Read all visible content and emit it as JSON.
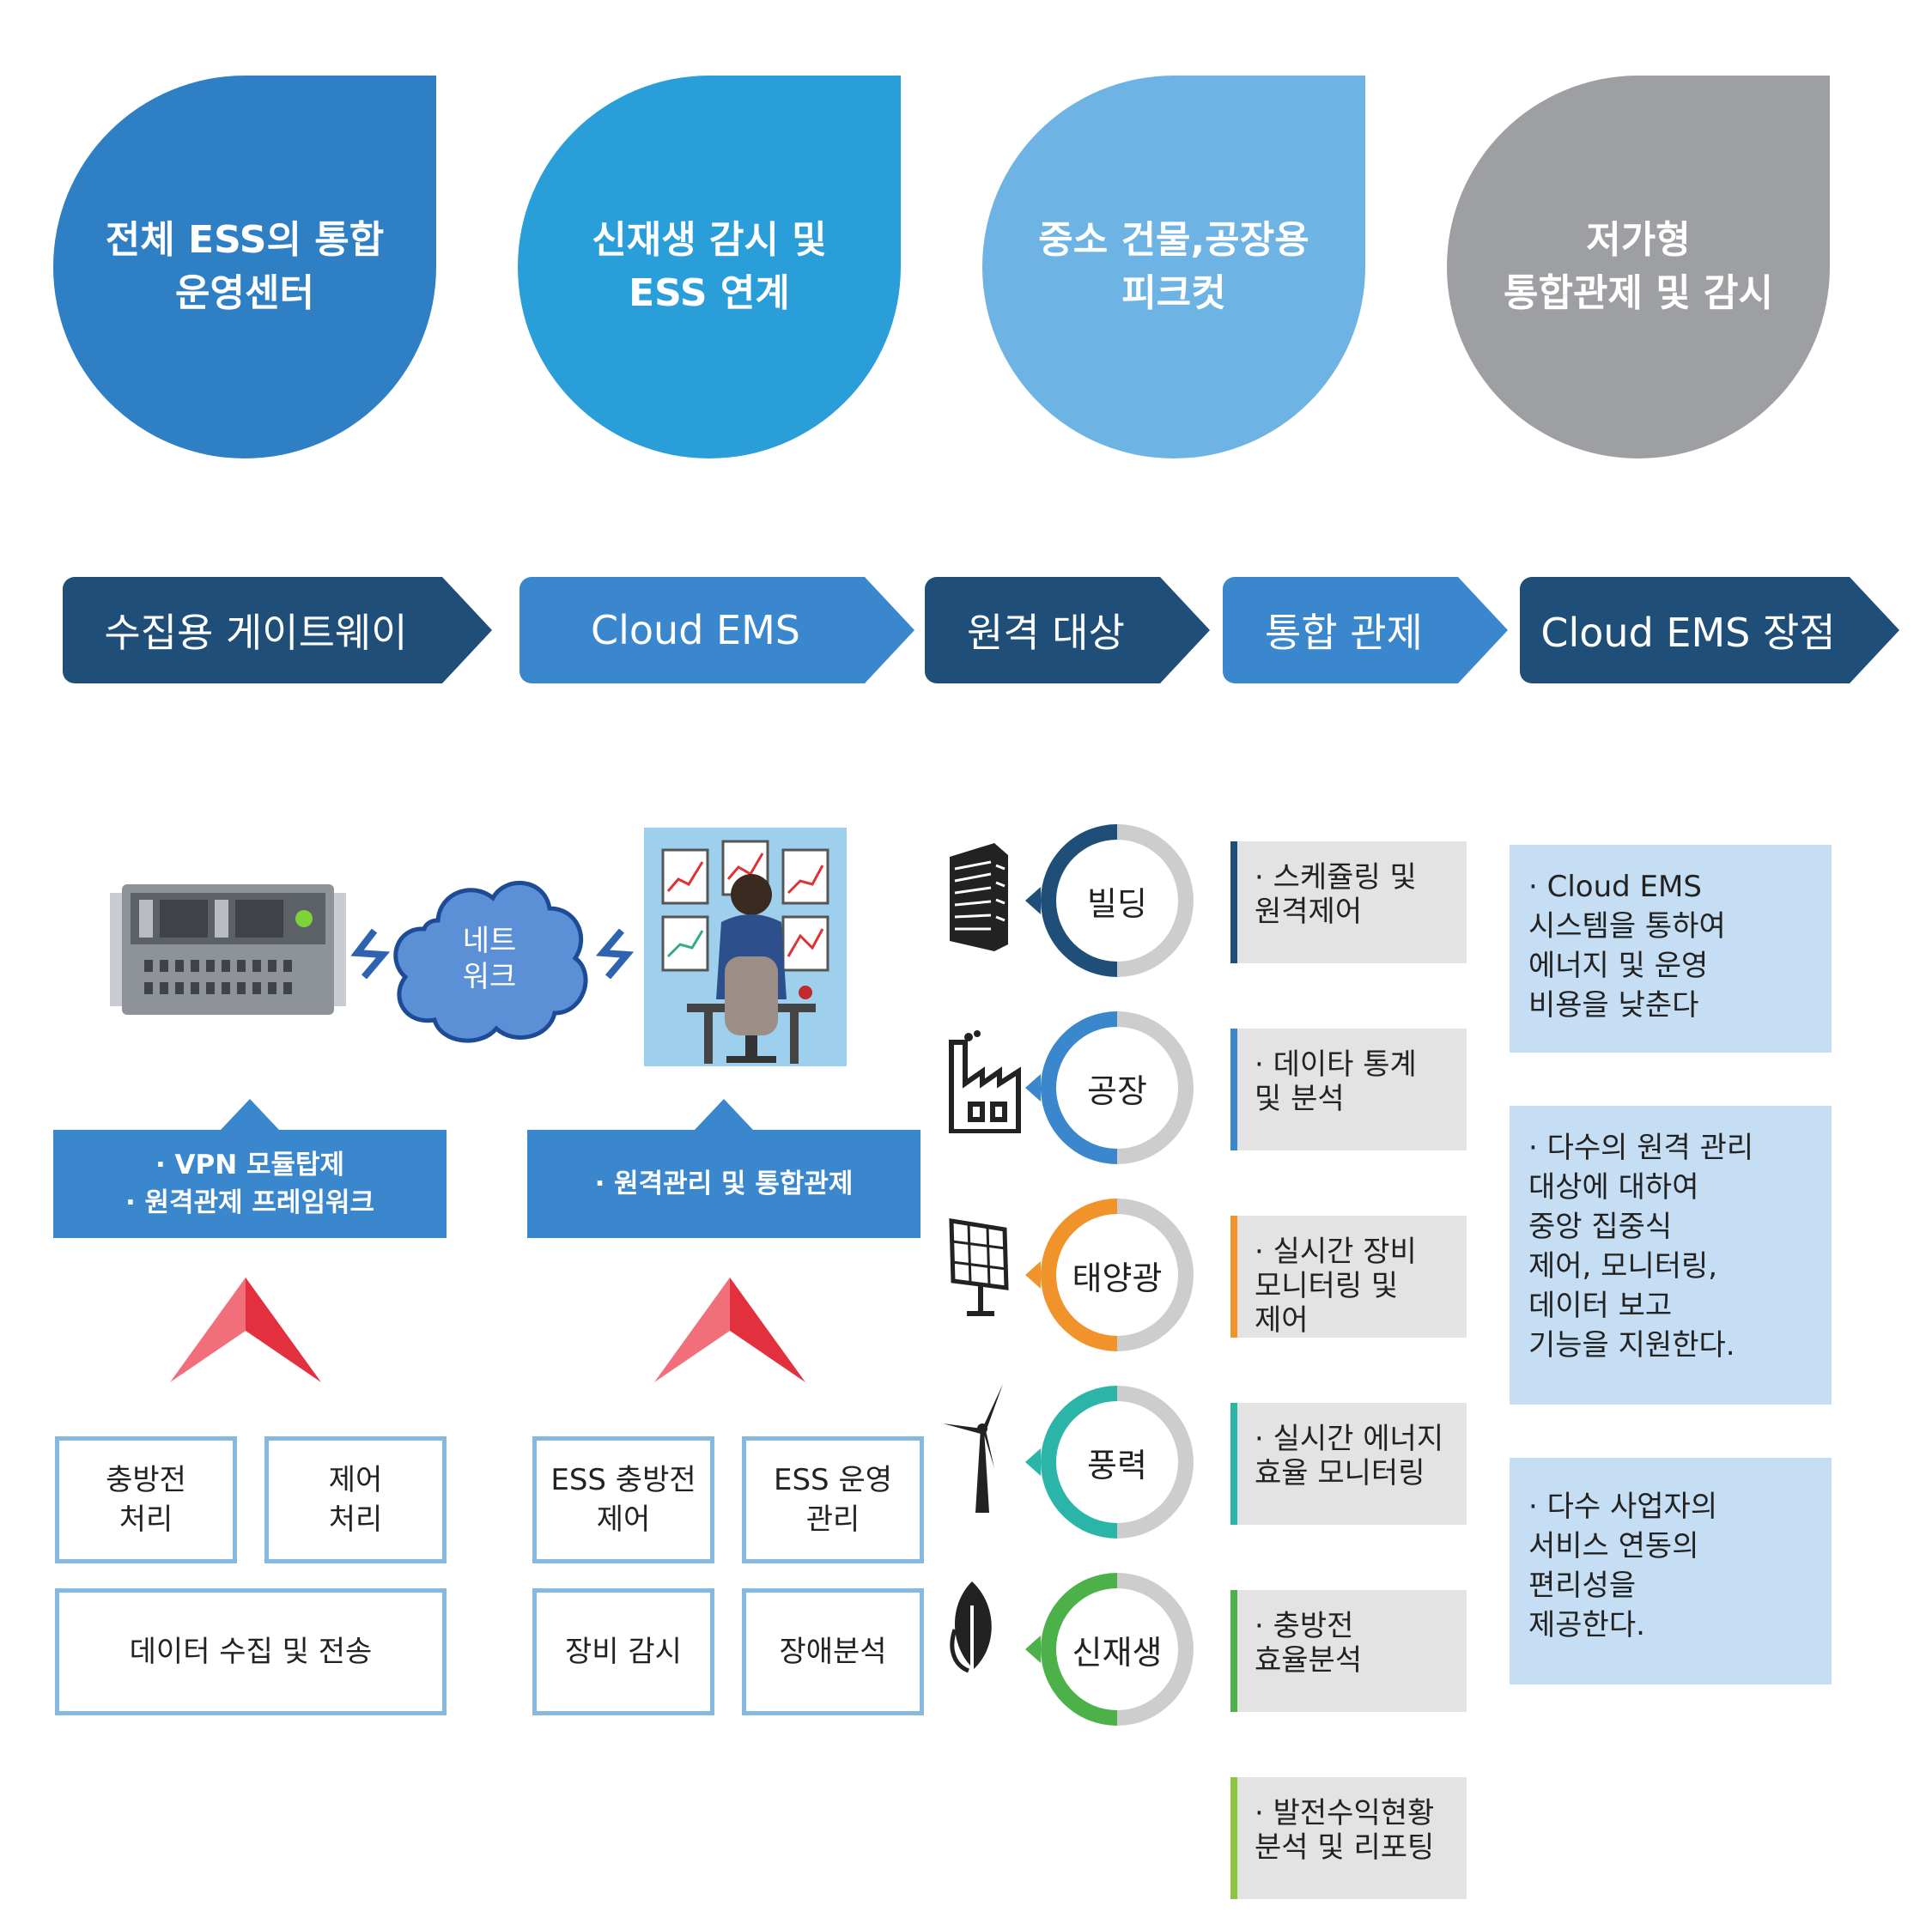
{
  "top_drops": [
    {
      "text": "전체 ESS의 통합\n운영센터",
      "color": "#2f7fc4"
    },
    {
      "text": "신재생 감시 및\nESS 연계",
      "color": "#2a9ed9"
    },
    {
      "text": "중소 건물,공장용\n피크컷",
      "color": "#6db3e3"
    },
    {
      "text": "저가형\n통합관제 및 감시",
      "color": "#9d9fa2"
    }
  ],
  "header_arrows": [
    {
      "label": "수집용 게이트웨이",
      "color": "#1f4e79"
    },
    {
      "label": "Cloud EMS",
      "color": "#3a87ce"
    },
    {
      "label": "원격 대상",
      "color": "#1f4e79"
    },
    {
      "label": "통합 관제",
      "color": "#3a87ce"
    },
    {
      "label": "Cloud EMS 장점",
      "color": "#1f4e79"
    }
  ],
  "network_label": "네트\n워크",
  "gateway_callout": [
    "· VPN 모듈탑제",
    "· 원격관제 프레임워크"
  ],
  "ems_callout": [
    "· 원격관리 및 통합관제"
  ],
  "gateway_functions": {
    "a": "충방전\n처리",
    "b": "제어\n처리",
    "c": "데이터 수집 및 전송"
  },
  "ems_functions": {
    "a": "ESS 충방전\n제어",
    "b": "ESS 운영\n관리",
    "c": "장비 감시",
    "d": "장애분석"
  },
  "targets": [
    {
      "label": "빌딩",
      "color": "#1f4e79",
      "icon": "building-icon"
    },
    {
      "label": "공장",
      "color": "#3a87ce",
      "icon": "factory-icon"
    },
    {
      "label": "태양광",
      "color": "#f0932b",
      "icon": "solar-panel-icon"
    },
    {
      "label": "풍력",
      "color": "#2bb5a8",
      "icon": "wind-turbine-icon"
    },
    {
      "label": "신재생",
      "color": "#4bb148",
      "icon": "leaf-icon"
    }
  ],
  "control_features": [
    {
      "text": "· 스케쥴링 및\n  원격제어",
      "color": "#1f4e79"
    },
    {
      "text": "· 데이타 통계\n  및 분석",
      "color": "#3a87ce"
    },
    {
      "text": "· 실시간 장비\n  모니터링 및\n  제어",
      "color": "#f0932b"
    },
    {
      "text": "· 실시간 에너지\n  효율 모니터링",
      "color": "#2bb5a8"
    },
    {
      "text": "· 충방전\n  효율분석",
      "color": "#4bb148"
    },
    {
      "text": "· 발전수익현황\n  분석 및 리포팅",
      "color": "#8cc63f"
    }
  ],
  "advantages": [
    "· Cloud EMS\n  시스템을 통하여\n  에너지 및 운영\n  비용을 낮춘다",
    "· 다수의 원격 관리\n  대상에 대하여\n  중앙 집중식\n  제어, 모니터링,\n  데이터 보고\n  기능을 지원한다.",
    "· 다수 사업자의\n  서비스 연동의\n  편리성을\n  제공한다."
  ]
}
